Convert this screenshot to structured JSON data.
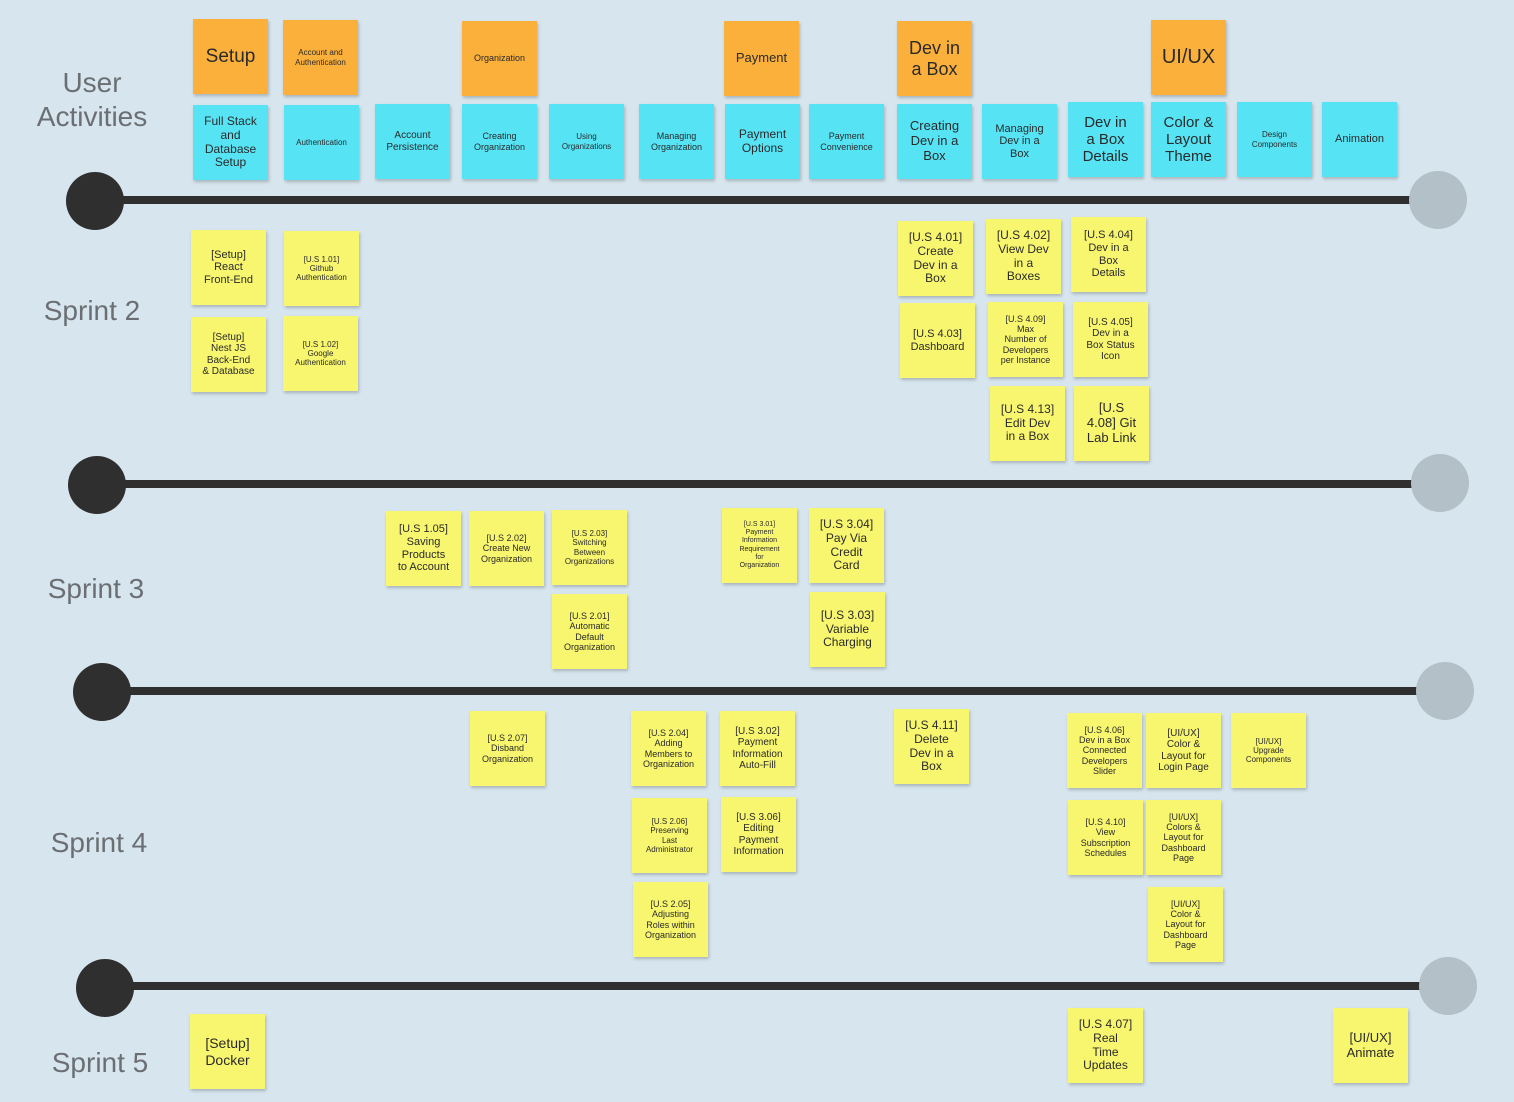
{
  "row_labels": {
    "user_activities": "User\nActivities",
    "sprint2": "Sprint 2",
    "sprint3": "Sprint 3",
    "sprint4": "Sprint 4",
    "sprint5": "Sprint 5"
  },
  "colors": {
    "background": "#d7e5ee",
    "activity": "#fbb03b",
    "task": "#56e4f5",
    "story": "#f8f66f",
    "timeline": "#2f2f2f",
    "timeline_end": "#b3c0c8"
  },
  "activities": [
    "Setup",
    "Account and\nAuthentication",
    "Organization",
    "Payment",
    "Dev in\na Box",
    "UI/UX"
  ],
  "tasks": [
    "Full Stack\nand\nDatabase\nSetup",
    "Authentication",
    "Account\nPersistence",
    "Creating\nOrganization",
    "Using\nOrganizations",
    "Managing\nOrganization",
    "Payment\nOptions",
    "Payment\nConvenience",
    "Creating\nDev in a\nBox",
    "Managing\nDev in a\nBox",
    "Dev in\na Box\nDetails",
    "Color &\nLayout\nTheme",
    "Design\nComponents",
    "Animation"
  ],
  "sprint2_stories": [
    "[Setup]\nReact\nFront-End",
    "[U.S 1.01]\nGithub\nAuthentication",
    "[Setup]\nNest JS\nBack-End\n& Database",
    "[U.S 1.02]\nGoogle\nAuthentication",
    "[U.S 4.01]\nCreate\nDev in a\nBox",
    "[U.S 4.02]\nView Dev\nin a\nBoxes",
    "[U.S 4.04]\nDev in a\nBox\nDetails",
    "[U.S 4.03]\nDashboard",
    "[U.S 4.09]\nMax\nNumber of\nDevelopers\nper Instance",
    "[U.S 4.05]\nDev in a\nBox Status\nIcon",
    "[U.S 4.13]\nEdit Dev\nin a Box",
    "[U.S\n4.08] Git\nLab Link"
  ],
  "sprint3_stories": [
    "[U.S 1.05]\nSaving\nProducts\nto Account",
    "[U.S 2.02]\nCreate New\nOrganization",
    "[U.S 2.03]\nSwitching\nBetween\nOrganizations",
    "[U.S 3.01]\nPayment\nInformation\nRequirement\nfor\nOrganization",
    "[U.S 3.04]\nPay Via\nCredit\nCard",
    "[U.S 2.01]\nAutomatic\nDefault\nOrganization",
    "[U.S 3.03]\nVariable\nCharging"
  ],
  "sprint4_stories": [
    "[U.S 2.07]\nDisband\nOrganization",
    "[U.S 2.04]\nAdding\nMembers to\nOrganization",
    "[U.S 3.02]\nPayment\nInformation\nAuto-Fill",
    "[U.S 4.11]\nDelete\nDev in a\nBox",
    "[U.S 4.06]\nDev in a Box\nConnected\nDevelopers\nSlider",
    "[UI/UX]\nColor &\nLayout for\nLogin Page",
    "[UI/UX]\nUpgrade\nComponents",
    "[U.S 2.06]\nPreserving\nLast\nAdministrator",
    "[U.S 3.06]\nEditing\nPayment\nInformation",
    "[U.S 4.10]\nView\nSubscription\nSchedules",
    "[UI/UX]\nColors &\nLayout for\nDashboard\nPage",
    "[U.S 2.05]\nAdjusting\nRoles within\nOrganization",
    "[UI/UX]\nColor &\nLayout for\nDashboard\nPage"
  ],
  "sprint5_stories": [
    "[Setup]\nDocker",
    "[U.S 4.07]\nReal\nTime\nUpdates",
    "[UI/UX]\nAnimate"
  ]
}
